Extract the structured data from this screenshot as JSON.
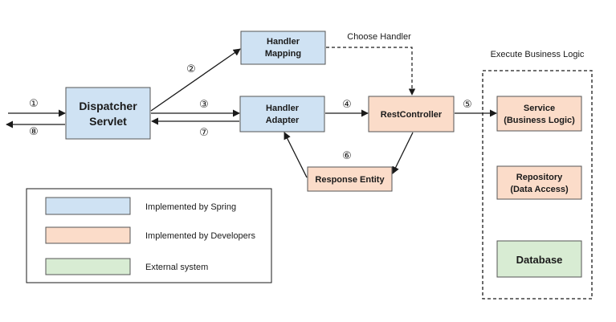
{
  "colors": {
    "spring_fill": "#cfe2f3",
    "developer_fill": "#fbdcc9",
    "external_fill": "#d8ecd3",
    "stroke": "#555555",
    "line": "#1a1a1a"
  },
  "nodes": {
    "dispatcher": [
      "Dispatcher",
      "Servlet"
    ],
    "handler_mapping": [
      "Handler",
      "Mapping"
    ],
    "handler_adapter": [
      "Handler",
      "Adapter"
    ],
    "rest_controller": [
      "RestController"
    ],
    "response_entity": [
      "Response Entity"
    ],
    "service": [
      "Service",
      "(Business Logic)"
    ],
    "repository": [
      "Repository",
      "(Data Access)"
    ],
    "database": [
      "Database"
    ]
  },
  "labels": {
    "choose_handler": "Choose Handler",
    "execute_business_logic": "Execute Business Logic"
  },
  "steps": {
    "s1": "①",
    "s2": "②",
    "s3": "③",
    "s4": "④",
    "s5": "⑤",
    "s6": "⑥",
    "s7": "⑦",
    "s8": "⑧"
  },
  "legend": [
    {
      "label": "Implemented by Spring",
      "color_key": "spring_fill"
    },
    {
      "label": "Implemented by Developers",
      "color_key": "developer_fill"
    },
    {
      "label": "External system",
      "color_key": "external_fill"
    }
  ]
}
